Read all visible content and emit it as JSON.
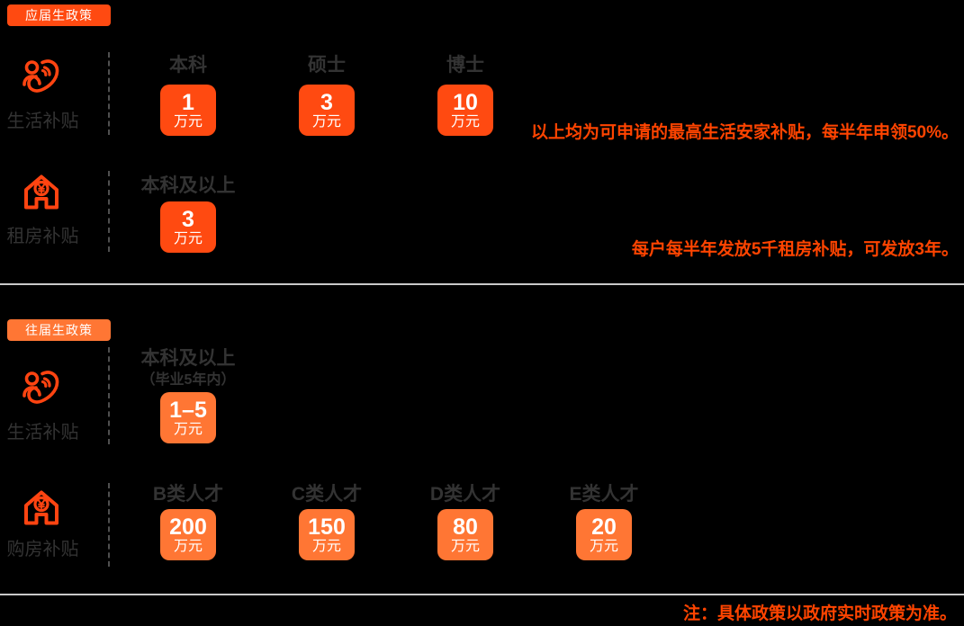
{
  "colors": {
    "background": "#000000",
    "primary_orange": "#ff4a11",
    "secondary_orange": "#ff7634",
    "note_orange": "#ff4400",
    "heading_grey": "#333333",
    "divider_grey": "#c9c9c9",
    "dash_grey": "#4f4f4f",
    "box_text": "#ffffff"
  },
  "sections": [
    {
      "badge": "应届生政策",
      "rows": [
        {
          "icon": "care-people-icon",
          "label": "生活补贴",
          "columns": [
            {
              "header": "本科",
              "value": "1",
              "unit": "万元"
            },
            {
              "header": "硕士",
              "value": "3",
              "unit": "万元"
            },
            {
              "header": "博士",
              "value": "10",
              "unit": "万元"
            }
          ],
          "note": "以上均为可申请的最高生活安家补贴，每半年申领50%。"
        },
        {
          "icon": "house-yuan-icon",
          "label": "租房补贴",
          "columns": [
            {
              "header": "本科及以上",
              "value": "3",
              "unit": "万元"
            }
          ],
          "note": "每户每半年发放5千租房补贴，可发放3年。"
        }
      ]
    },
    {
      "badge": "往届生政策",
      "rows": [
        {
          "icon": "care-people-icon",
          "label": "生活补贴",
          "columns": [
            {
              "header": "本科及以上",
              "subheader": "（毕业5年内）",
              "value": "1–5",
              "unit": "万元"
            }
          ],
          "note": ""
        },
        {
          "icon": "house-yuan-icon",
          "label": "购房补贴",
          "columns": [
            {
              "header": "B类人才",
              "value": "200",
              "unit": "万元"
            },
            {
              "header": "C类人才",
              "value": "150",
              "unit": "万元"
            },
            {
              "header": "D类人才",
              "value": "80",
              "unit": "万元"
            },
            {
              "header": "E类人才",
              "value": "20",
              "unit": "万元"
            }
          ],
          "note": ""
        }
      ]
    }
  ],
  "footer": {
    "note": "注：具体政策以政府实时政策为准。"
  }
}
